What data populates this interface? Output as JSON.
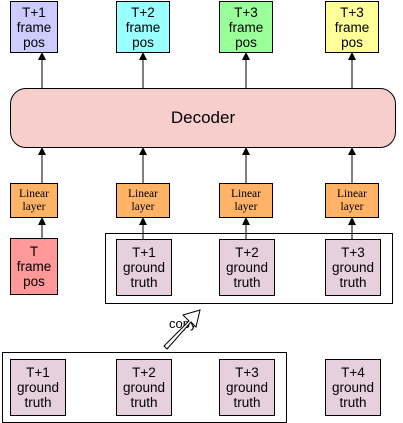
{
  "colors": {
    "pos_t1": "#ccccff",
    "pos_t2": "#99ffff",
    "pos_t3": "#99ff99",
    "pos_t3b": "#ffff99",
    "pos_t": "#ff9999",
    "decoder": "#f8cecc",
    "linear": "#ffb366",
    "ground_truth": "#e6d0de"
  },
  "outputs": [
    {
      "label": "T+1\nframe\npos"
    },
    {
      "label": "T+2\nframe\npos"
    },
    {
      "label": "T+3\nframe\npos"
    },
    {
      "label": "T+3\nframe\npos"
    }
  ],
  "decoder": {
    "label": "Decoder"
  },
  "linear_layers": [
    {
      "label": "Linear\nlayer"
    },
    {
      "label": "Linear\nlayer"
    },
    {
      "label": "Linear\nlayer"
    },
    {
      "label": "Linear\nlayer"
    }
  ],
  "input_pos": {
    "label": "T\nframe\npos"
  },
  "copied_truth": [
    {
      "label": "T+1\nground\ntruth"
    },
    {
      "label": "T+2\nground\ntruth"
    },
    {
      "label": "T+3\nground\ntruth"
    }
  ],
  "copy": {
    "label": "copy"
  },
  "source_truth": [
    {
      "label": "T+1\nground\ntruth"
    },
    {
      "label": "T+2\nground\ntruth"
    },
    {
      "label": "T+3\nground\ntruth"
    },
    {
      "label": "T+4\nground\ntruth"
    }
  ]
}
